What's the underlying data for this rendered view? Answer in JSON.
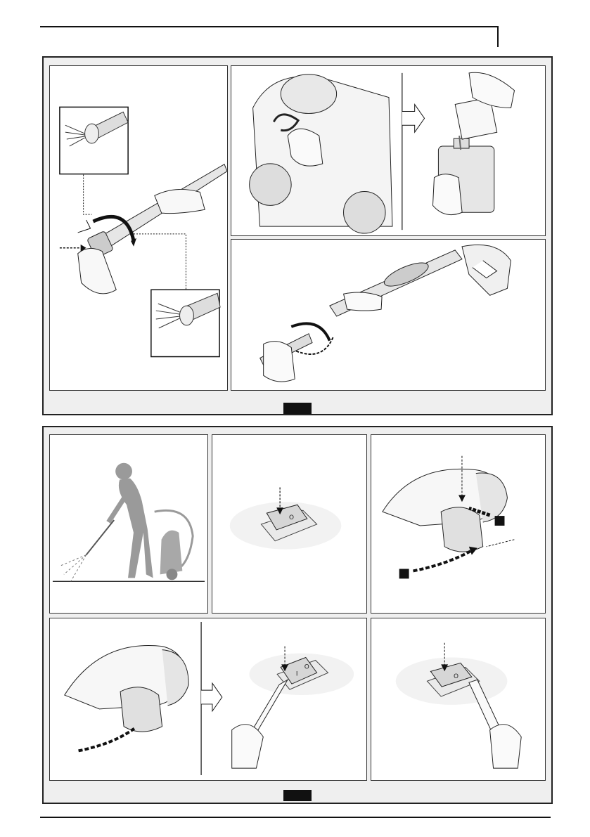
{
  "figures": [
    {
      "label": "",
      "panels": [
        "nozzle-adjust",
        "detergent-fill",
        "lance-attach"
      ]
    },
    {
      "label": "",
      "panels": [
        "operator-stance",
        "switch-off",
        "trigger-lock",
        "trigger-switch-on",
        "switch-press"
      ]
    }
  ],
  "switch": {
    "on_symbol": "I",
    "off_symbol": "O"
  },
  "callouts": {
    "step_a": "",
    "step_b": ""
  }
}
